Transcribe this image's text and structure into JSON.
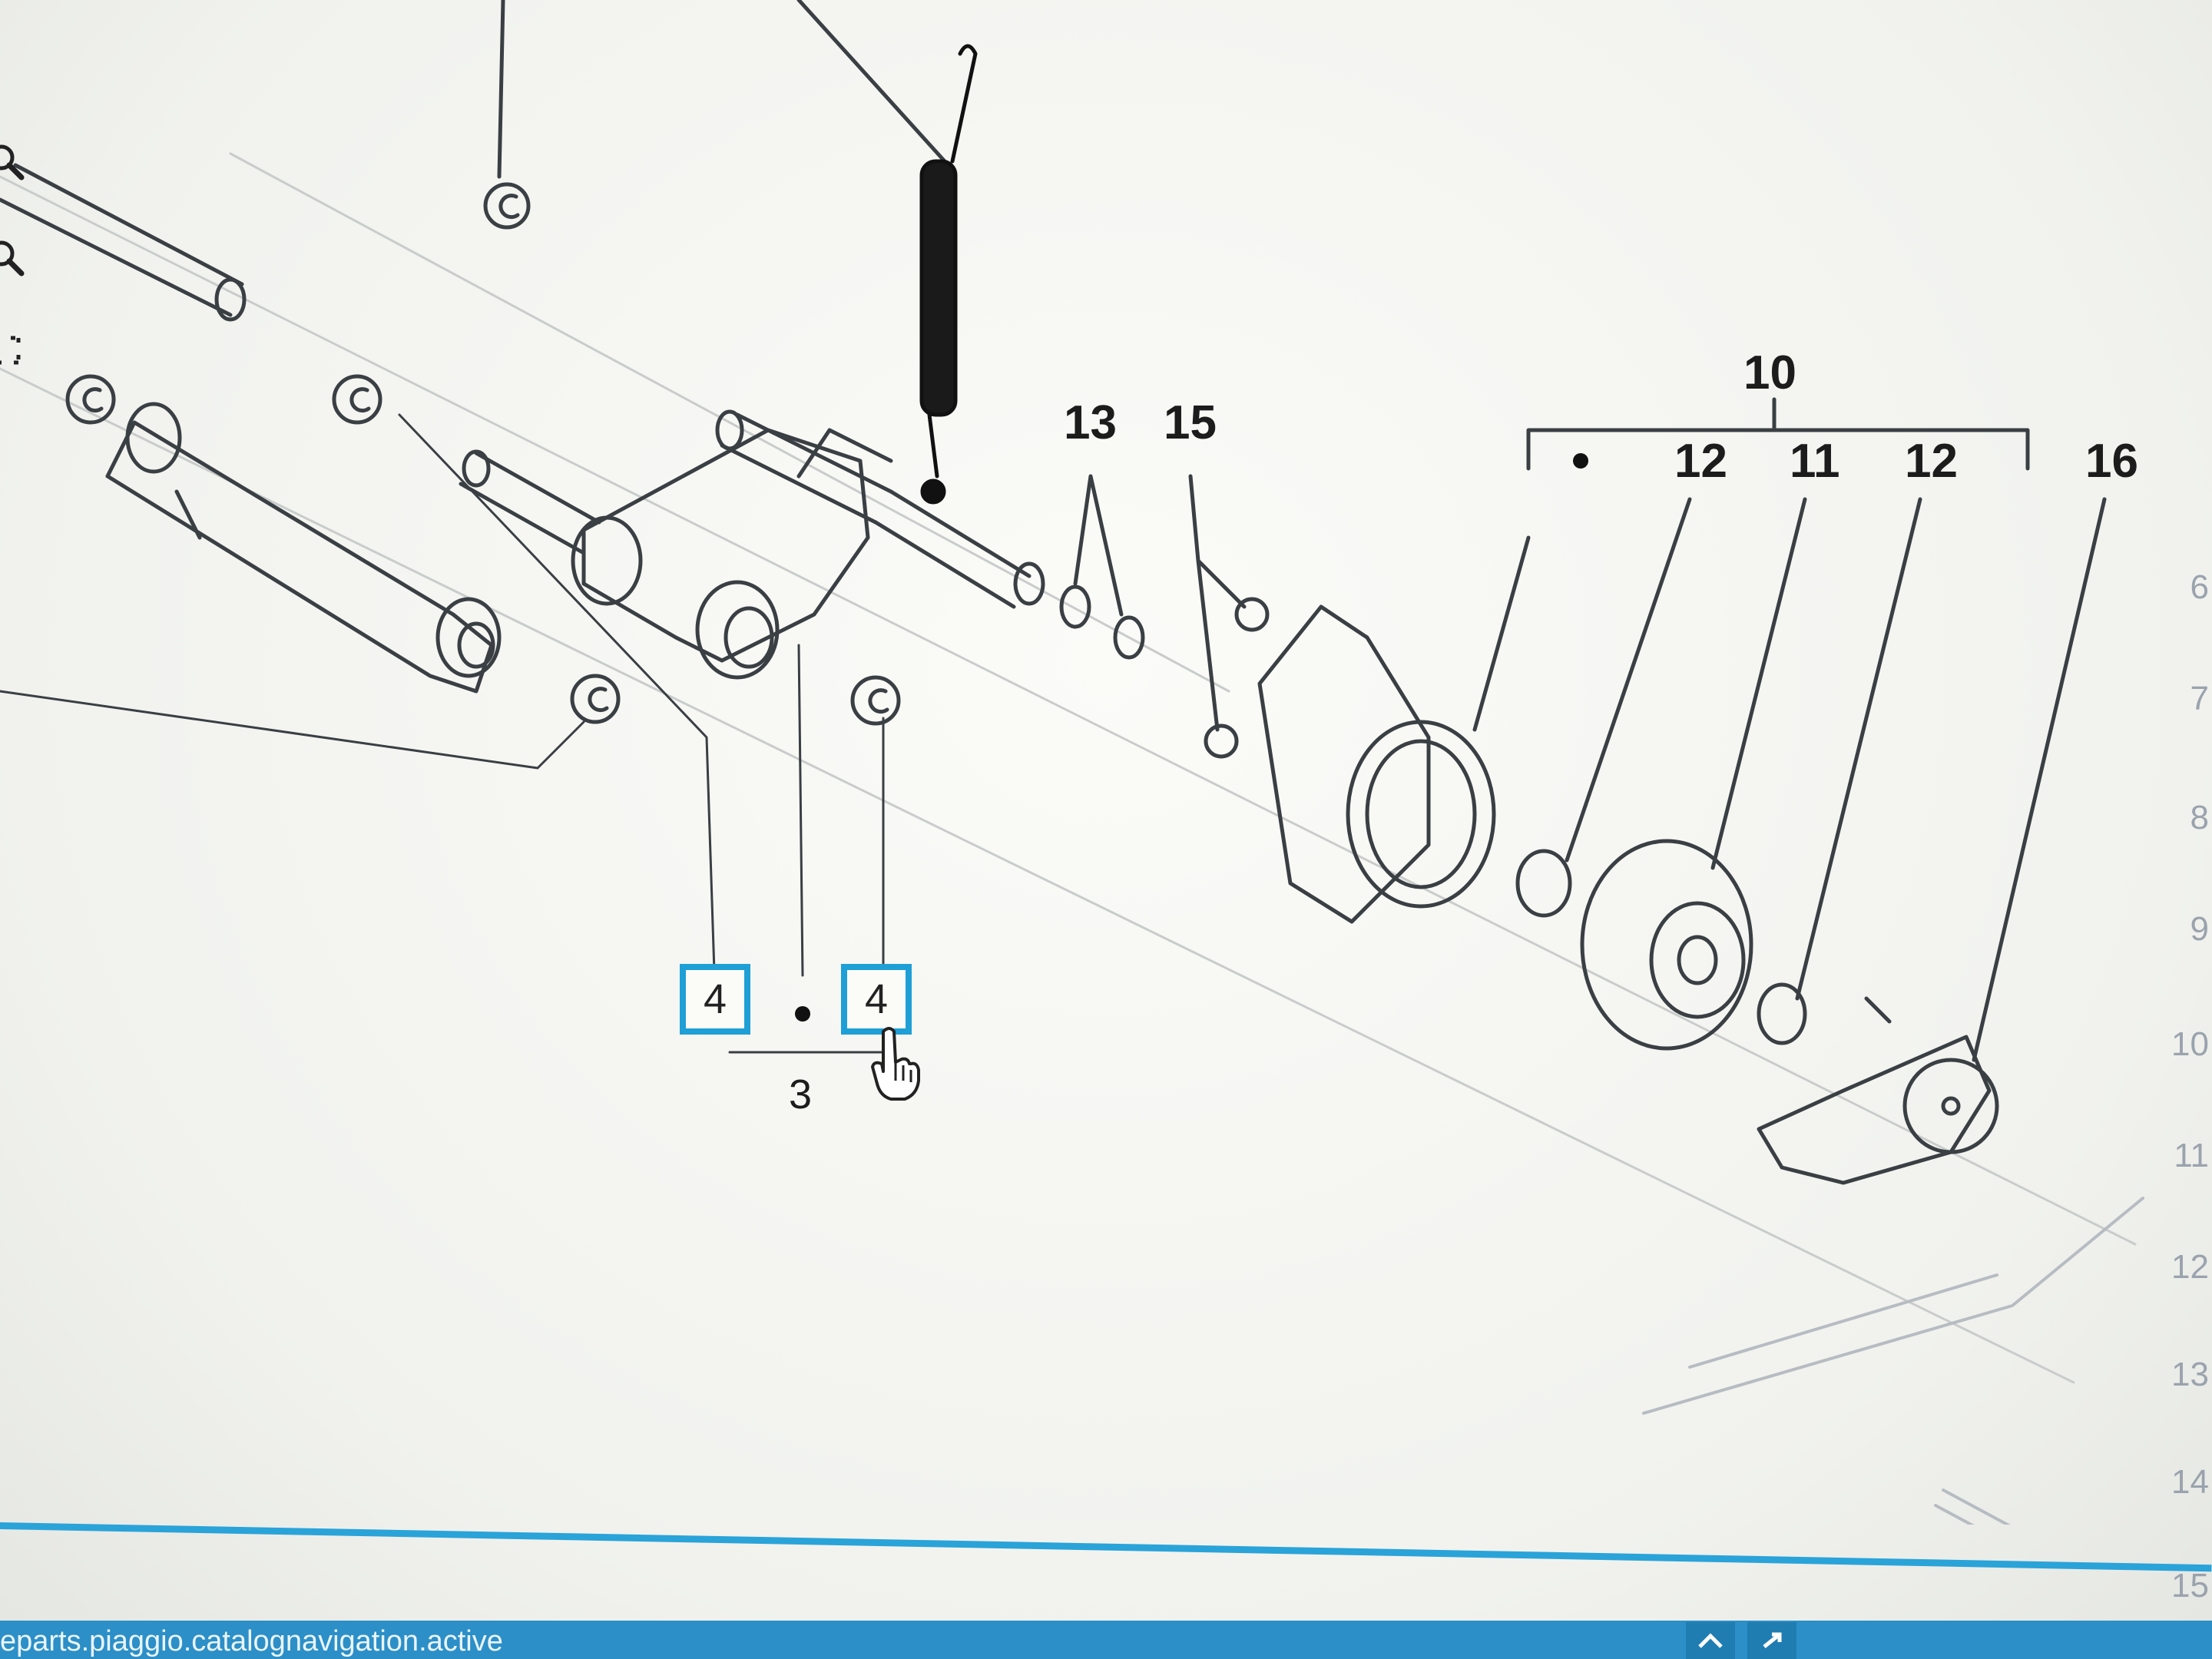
{
  "diagram": {
    "reference_labels": {
      "ref_10": "10",
      "ref_11": "11",
      "ref_12_left": "12",
      "ref_12_right": "12",
      "ref_13": "13",
      "ref_15": "15",
      "ref_16": "16",
      "ref_3": "3"
    },
    "highlighted_refs": {
      "ref_4_left": "4",
      "ref_4_right": "4"
    },
    "highlight_color": "#1e9fd6"
  },
  "toolbar": {
    "icons": [
      "zoom-in-icon",
      "zoom-out-icon",
      "fit-to-screen-icon"
    ]
  },
  "right_ruler": {
    "row_numbers": [
      "6",
      "7",
      "8",
      "9",
      "10",
      "11",
      "12",
      "13",
      "14",
      "15"
    ]
  },
  "status_bar": {
    "url_text": "eparts.piaggio.catalognavigation.active",
    "accent_color": "#2c8fc7"
  },
  "cursor": {
    "icon": "hand-pointer-icon"
  }
}
